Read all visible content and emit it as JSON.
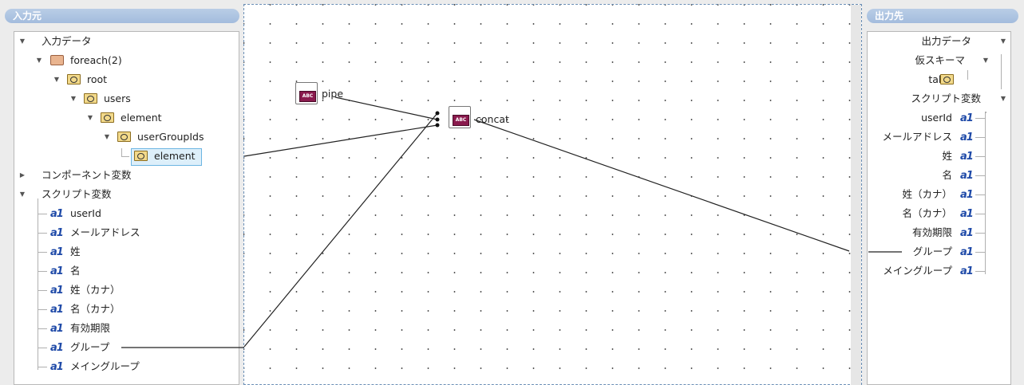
{
  "left_panel": {
    "header": "入力元",
    "nodes": [
      {
        "label": "入力データ",
        "toggle": "▼",
        "icon": ""
      },
      {
        "label": "foreach(2)",
        "toggle": "▼",
        "icon": "foreach"
      },
      {
        "label": "root",
        "toggle": "▼",
        "icon": "folder"
      },
      {
        "label": "users",
        "toggle": "▼",
        "icon": "folder"
      },
      {
        "label": "element",
        "toggle": "▼",
        "icon": "folder"
      },
      {
        "label": "userGroupIds",
        "toggle": "▼",
        "icon": "folder"
      },
      {
        "label": "element",
        "toggle": "",
        "icon": "folder",
        "selected": true
      },
      {
        "label": "コンポーネント変数",
        "toggle": "▶",
        "icon": ""
      },
      {
        "label": "スクリプト変数",
        "toggle": "▼",
        "icon": ""
      },
      {
        "label": "userId",
        "toggle": "",
        "icon": "var"
      },
      {
        "label": "メールアドレス",
        "toggle": "",
        "icon": "var"
      },
      {
        "label": "姓",
        "toggle": "",
        "icon": "var"
      },
      {
        "label": "名",
        "toggle": "",
        "icon": "var"
      },
      {
        "label": "姓（カナ）",
        "toggle": "",
        "icon": "var"
      },
      {
        "label": "名（カナ）",
        "toggle": "",
        "icon": "var"
      },
      {
        "label": "有効期限",
        "toggle": "",
        "icon": "var"
      },
      {
        "label": "グループ",
        "toggle": "",
        "icon": "var"
      },
      {
        "label": "メイングループ",
        "toggle": "",
        "icon": "var"
      }
    ]
  },
  "canvas": {
    "components": [
      {
        "name": "pipe",
        "icon_text": "ABC"
      },
      {
        "name": "concat",
        "icon_text": "ABC"
      }
    ]
  },
  "right_panel": {
    "header": "出力先",
    "nodes": [
      {
        "label": "出力データ",
        "toggle": "▼",
        "icon": ""
      },
      {
        "label": "仮スキーマ",
        "toggle": "▼",
        "icon": ""
      },
      {
        "label": "table",
        "toggle": "",
        "icon": "folder"
      },
      {
        "label": "スクリプト変数",
        "toggle": "▼",
        "icon": ""
      },
      {
        "label": "userId",
        "toggle": "",
        "icon": "var"
      },
      {
        "label": "メールアドレス",
        "toggle": "",
        "icon": "var"
      },
      {
        "label": "姓",
        "toggle": "",
        "icon": "var"
      },
      {
        "label": "名",
        "toggle": "",
        "icon": "var"
      },
      {
        "label": "姓（カナ）",
        "toggle": "",
        "icon": "var"
      },
      {
        "label": "名（カナ）",
        "toggle": "",
        "icon": "var"
      },
      {
        "label": "有効期限",
        "toggle": "",
        "icon": "var"
      },
      {
        "label": "グループ",
        "toggle": "",
        "icon": "var"
      },
      {
        "label": "メイングループ",
        "toggle": "",
        "icon": "var"
      }
    ]
  },
  "icon_glyphs": {
    "var": "a1"
  }
}
